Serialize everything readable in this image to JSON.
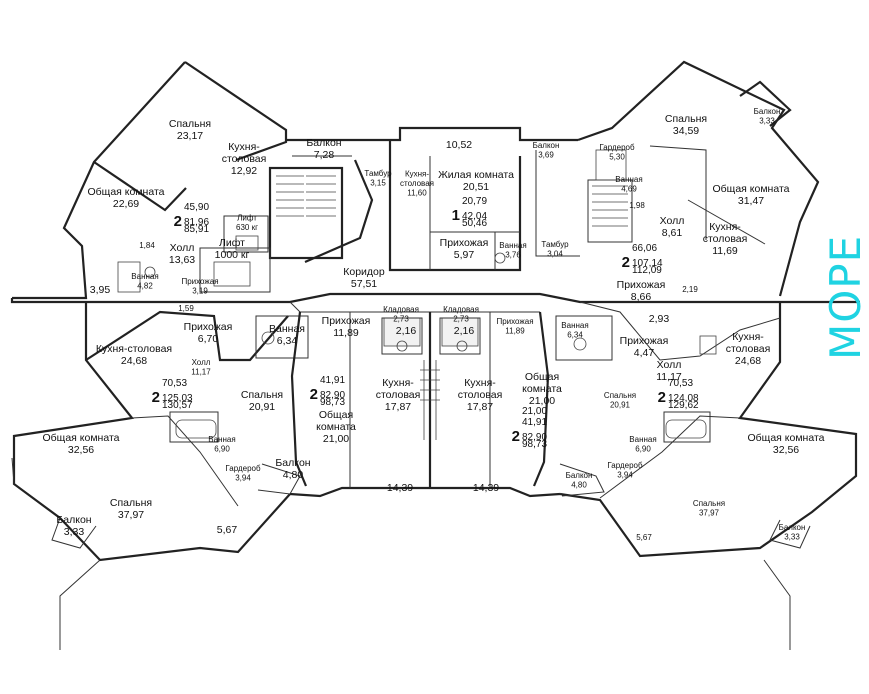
{
  "sea_label": "МОРЕ",
  "colors": {
    "sea": "#1fd3e2",
    "walls": "#222222",
    "background": "#ffffff"
  },
  "rooms": [
    {
      "name": "Спальня",
      "area": "23,17"
    },
    {
      "name": "Кухня-\nстоловая",
      "area": "12,92"
    },
    {
      "name": "Общая комната",
      "area": "22,69"
    },
    {
      "name": "Балкон",
      "area": "7,28"
    },
    {
      "name": "Тамбур",
      "area": "3,15"
    },
    {
      "name": "Кухня-\nстоловая",
      "area": "11,60"
    },
    {
      "name": "Жилая комната",
      "area": "20,51"
    },
    {
      "name": "",
      "area": "10,52"
    },
    {
      "name": "Балкон",
      "area": "3,69"
    },
    {
      "name": "Прихожая",
      "area": "5,97"
    },
    {
      "name": "Ванная",
      "area": "3,76"
    },
    {
      "name": "Тамбур",
      "area": "3,04"
    },
    {
      "name": "Лифт\n630 кг",
      "area": ""
    },
    {
      "name": "Лифт\n1000 кг",
      "area": ""
    },
    {
      "name": "Холл",
      "area": "13,63"
    },
    {
      "name": "",
      "area": "1,84"
    },
    {
      "name": "Ванная",
      "area": "4,82"
    },
    {
      "name": "Прихожая",
      "area": "3,19"
    },
    {
      "name": "",
      "area": "1,59"
    },
    {
      "name": "",
      "area": "3,95"
    },
    {
      "name": "Коридор",
      "area": "57,51"
    },
    {
      "name": "Спальня",
      "area": "34,59"
    },
    {
      "name": "Балкон",
      "area": "3,33"
    },
    {
      "name": "Гардероб",
      "area": "5,30"
    },
    {
      "name": "Ванная",
      "area": "4,69"
    },
    {
      "name": "",
      "area": "1,98"
    },
    {
      "name": "Общая комната",
      "area": "31,47"
    },
    {
      "name": "Холл",
      "area": "8,61"
    },
    {
      "name": "Кухня-\nстоловая",
      "area": "11,69"
    },
    {
      "name": "Прихожая",
      "area": "8,66"
    },
    {
      "name": "",
      "area": "2,19"
    },
    {
      "name": "",
      "area": "2,93"
    },
    {
      "name": "Прихожая",
      "area": "4,47"
    },
    {
      "name": "Кухня-столовая",
      "area": "24,68"
    },
    {
      "name": "Прихожая",
      "area": "6,70"
    },
    {
      "name": "Ванная",
      "area": "6,34"
    },
    {
      "name": "Холл",
      "area": "11,17"
    },
    {
      "name": "Прихожая",
      "area": "11,89"
    },
    {
      "name": "Кладовая",
      "area": "2,73"
    },
    {
      "name": "Кладовая",
      "area": "2,73"
    },
    {
      "name": "",
      "area": "2,16"
    },
    {
      "name": "",
      "area": "2,16"
    },
    {
      "name": "Прихожая",
      "area": "11,89"
    },
    {
      "name": "Ванная",
      "area": "6,34"
    },
    {
      "name": "Холл",
      "area": "11,17"
    },
    {
      "name": "Кухня-\nстоловая",
      "area": "24,68"
    },
    {
      "name": "Общая комната",
      "area": "32,56"
    },
    {
      "name": "Спальня",
      "area": "20,91"
    },
    {
      "name": "Кухня-\nстоловая",
      "area": "17,87"
    },
    {
      "name": "Кухня-\nстоловая",
      "area": "17,87"
    },
    {
      "name": "Общая\nкомната",
      "area": "21,00"
    },
    {
      "name": "Общая\nкомната",
      "area": "21,00"
    },
    {
      "name": "Спальня",
      "area": "20,91"
    },
    {
      "name": "Ванная",
      "area": "6,90"
    },
    {
      "name": "Гардероб",
      "area": "3,94"
    },
    {
      "name": "Балкон",
      "area": "4,80"
    },
    {
      "name": "",
      "area": "14,39"
    },
    {
      "name": "",
      "area": "14,39"
    },
    {
      "name": "Ванная",
      "area": "6,90"
    },
    {
      "name": "Гардероб",
      "area": "3,94"
    },
    {
      "name": "Балкон",
      "area": "4,80"
    },
    {
      "name": "Общая комната",
      "area": "32,56"
    },
    {
      "name": "Спальня",
      "area": "37,97"
    },
    {
      "name": "Балкон",
      "area": "3,33"
    },
    {
      "name": "",
      "area": "5,67"
    },
    {
      "name": "Спальня",
      "area": "37,97"
    },
    {
      "name": "",
      "area": "5,67"
    },
    {
      "name": "Балкон",
      "area": "3,33"
    }
  ],
  "apartments": [
    {
      "rooms": "2",
      "a1": "45,90",
      "a2": "81,96",
      "a3": "85,91"
    },
    {
      "rooms": "1",
      "a1": "20,79",
      "a2": "42,04",
      "a3": "50,46"
    },
    {
      "rooms": "2",
      "a1": "66,06",
      "a2": "107,14",
      "a3": "112,09"
    },
    {
      "rooms": "2",
      "a1": "70,53",
      "a2": "125,03",
      "a3": "130,57"
    },
    {
      "rooms": "2",
      "a1": "41,91",
      "a2": "82,90",
      "a3": "98,73"
    },
    {
      "rooms": "2",
      "a1": "21,00\n41,91",
      "a2": "82,90",
      "a3": "98,73"
    },
    {
      "rooms": "2",
      "a1": "70,53",
      "a2": "124,08",
      "a3": "129,62"
    }
  ]
}
